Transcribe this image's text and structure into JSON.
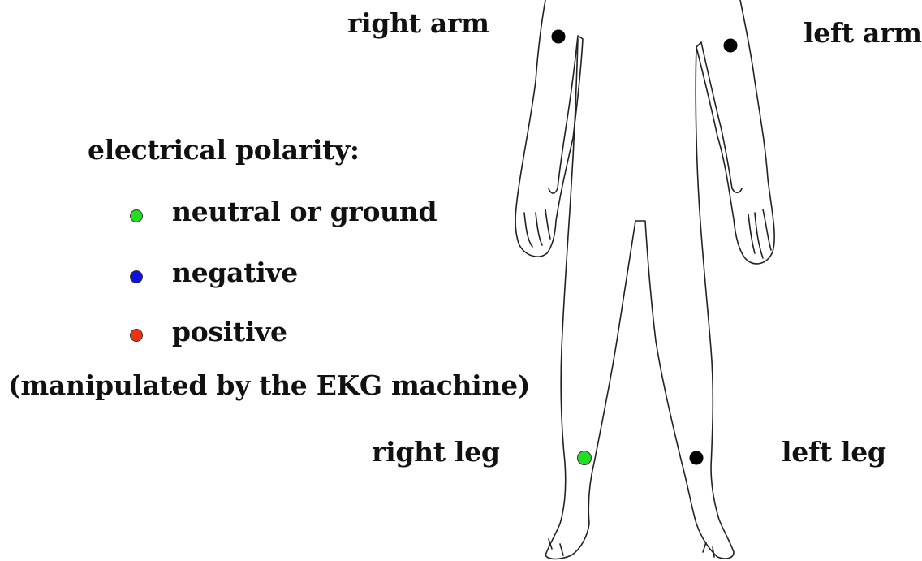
{
  "limb_labels": {
    "right_arm": "right arm",
    "left_arm": "left arm",
    "right_leg": "right leg",
    "left_leg": "left leg"
  },
  "legend": {
    "title": "electrical polarity:",
    "items": [
      {
        "label": "neutral or ground",
        "color": "#22dd22"
      },
      {
        "label": "negative",
        "color": "#1111dd"
      },
      {
        "label": "positive",
        "color": "#ee3311"
      }
    ],
    "note": "(manipulated by the EKG machine)"
  },
  "electrodes": {
    "right_arm": {
      "color": "#000000"
    },
    "left_arm": {
      "color": "#000000"
    },
    "right_leg": {
      "color": "#22dd22"
    },
    "left_leg": {
      "color": "#000000"
    }
  }
}
